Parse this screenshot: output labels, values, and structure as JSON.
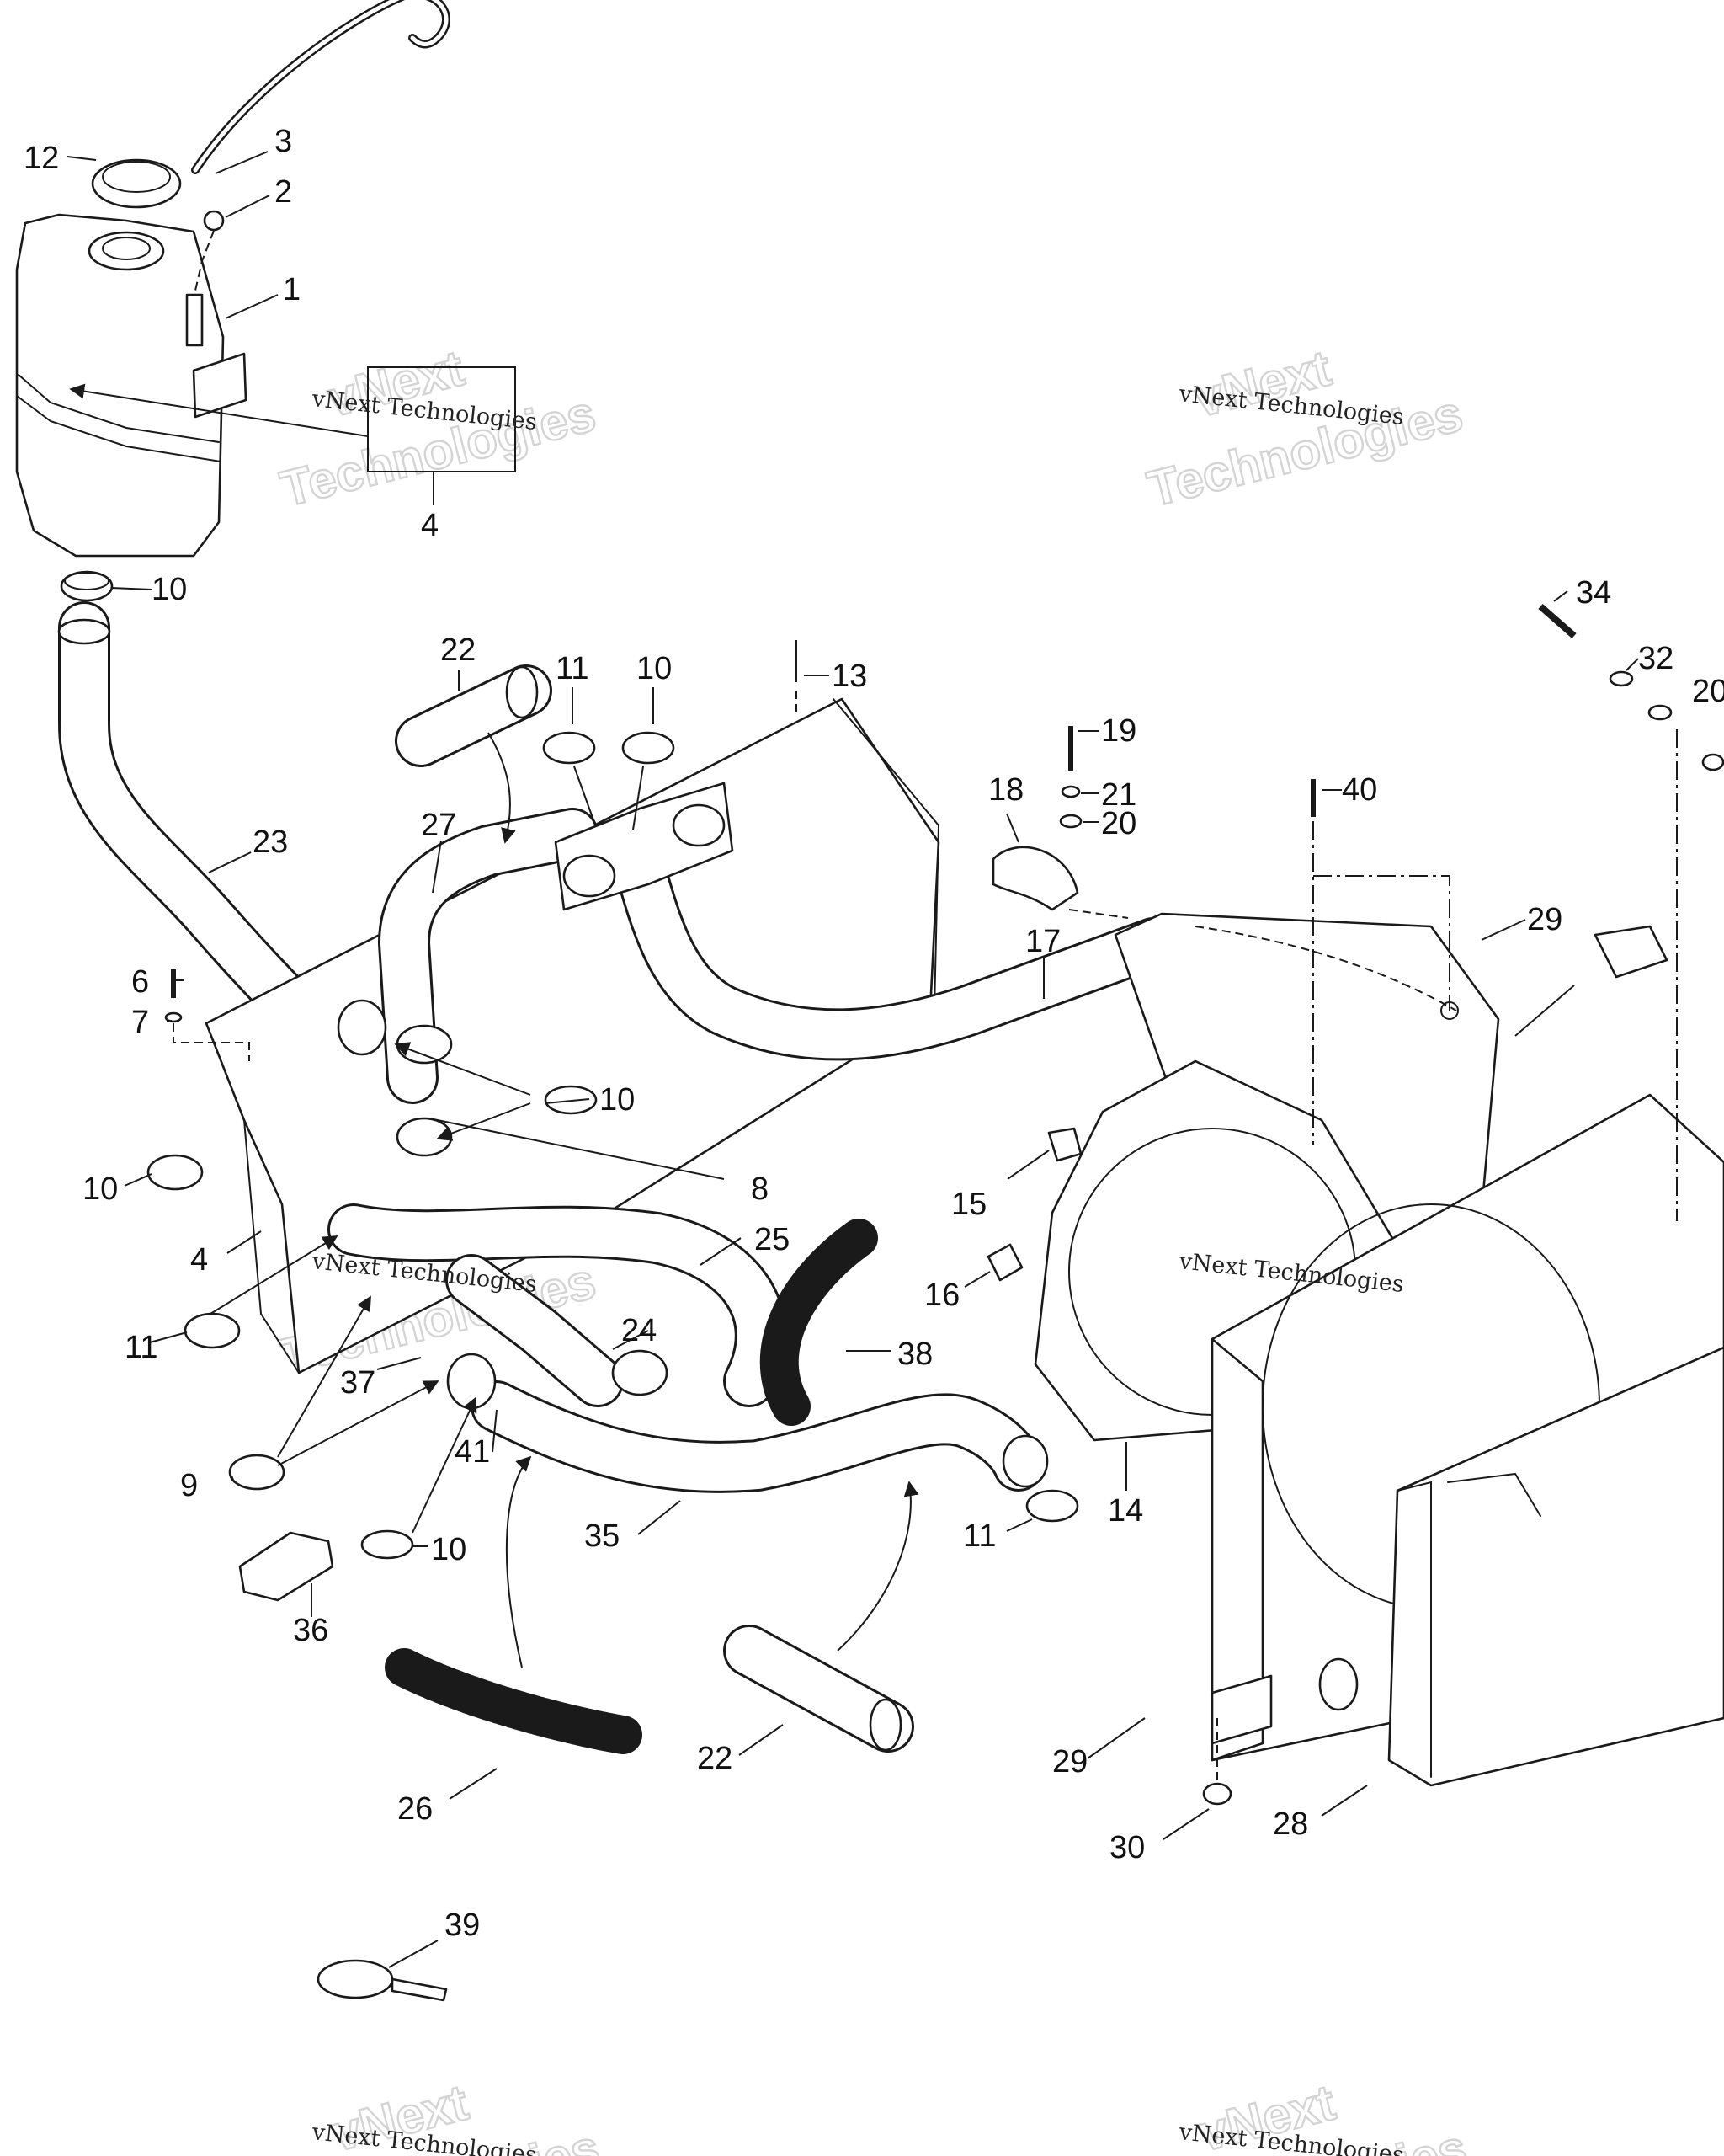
{
  "watermark": {
    "line1": "vNext",
    "line2": "Technologies",
    "caption": "vNext Technologies"
  },
  "callouts": [
    {
      "id": "c12",
      "label": "12"
    },
    {
      "id": "c3",
      "label": "3"
    },
    {
      "id": "c2",
      "label": "2"
    },
    {
      "id": "c1",
      "label": "1"
    },
    {
      "id": "c4a",
      "label": "4"
    },
    {
      "id": "c10a",
      "label": "10"
    },
    {
      "id": "c22a",
      "label": "22"
    },
    {
      "id": "c11a",
      "label": "11"
    },
    {
      "id": "c10b",
      "label": "10"
    },
    {
      "id": "c13",
      "label": "13"
    },
    {
      "id": "c34",
      "label": "34"
    },
    {
      "id": "c32",
      "label": "32"
    },
    {
      "id": "c20a",
      "label": "20"
    },
    {
      "id": "c19",
      "label": "19"
    },
    {
      "id": "c21",
      "label": "21"
    },
    {
      "id": "c18",
      "label": "18"
    },
    {
      "id": "c20b",
      "label": "20"
    },
    {
      "id": "c40",
      "label": "40"
    },
    {
      "id": "c23",
      "label": "23"
    },
    {
      "id": "c27",
      "label": "27"
    },
    {
      "id": "c29a",
      "label": "29"
    },
    {
      "id": "c17",
      "label": "17"
    },
    {
      "id": "c6",
      "label": "6"
    },
    {
      "id": "c7",
      "label": "7"
    },
    {
      "id": "c10c",
      "label": "10"
    },
    {
      "id": "c8",
      "label": "8"
    },
    {
      "id": "c10d",
      "label": "10"
    },
    {
      "id": "c15",
      "label": "15"
    },
    {
      "id": "c4b",
      "label": "4"
    },
    {
      "id": "c25",
      "label": "25"
    },
    {
      "id": "c16",
      "label": "16"
    },
    {
      "id": "c11b",
      "label": "11"
    },
    {
      "id": "c24",
      "label": "24"
    },
    {
      "id": "c38",
      "label": "38"
    },
    {
      "id": "c37",
      "label": "37"
    },
    {
      "id": "c41",
      "label": "41"
    },
    {
      "id": "c9",
      "label": "9"
    },
    {
      "id": "c14",
      "label": "14"
    },
    {
      "id": "c35",
      "label": "35"
    },
    {
      "id": "c11c",
      "label": "11"
    },
    {
      "id": "c10e",
      "label": "10"
    },
    {
      "id": "c36",
      "label": "36"
    },
    {
      "id": "c22b",
      "label": "22"
    },
    {
      "id": "c29b",
      "label": "29"
    },
    {
      "id": "c26",
      "label": "26"
    },
    {
      "id": "c28",
      "label": "28"
    },
    {
      "id": "c30",
      "label": "30"
    },
    {
      "id": "c39",
      "label": "39"
    }
  ]
}
